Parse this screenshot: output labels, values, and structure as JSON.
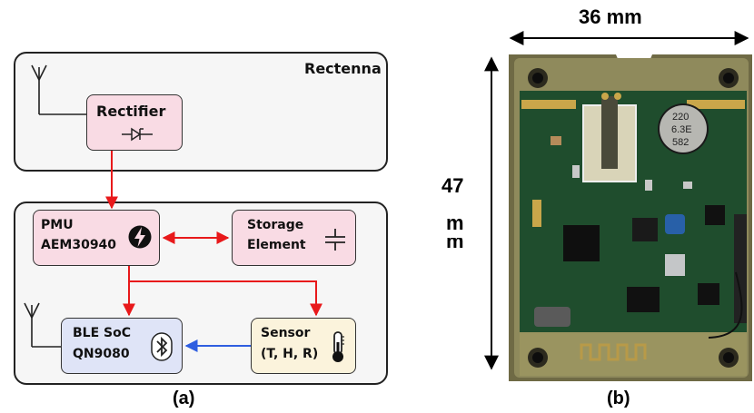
{
  "diagram": {
    "rectenna": {
      "title": "Rectenna",
      "rectifier_label": "Rectifier"
    },
    "pmu": {
      "line1": "PMU",
      "line2": "AEM30940"
    },
    "storage": {
      "line1": "Storage",
      "line2": "Element"
    },
    "ble": {
      "line1": "BLE SoC",
      "line2": "QN9080"
    },
    "sensor": {
      "line1": "Sensor",
      "line2": "(T, H, R)"
    },
    "caption_a": "(a)"
  },
  "photo": {
    "width_label": "36 mm",
    "height_label_line1": "47",
    "height_label_line2": "m",
    "height_label_line3": "m",
    "capacitor_text": [
      "220",
      "6.3E",
      "582"
    ],
    "caption_b": "(b)"
  },
  "colors": {
    "arrow_red": "#e8191b",
    "arrow_blue": "#2f5ee0",
    "panel_fill": "#f6f6f6",
    "pink_block": "#f9dbe4",
    "blue_block": "#dfe4f7",
    "cream_block": "#fbf3dc",
    "pcb_green": "#1f4d2d"
  },
  "icons": [
    "antenna-icon",
    "diode-icon",
    "power-icon",
    "capacitor-icon",
    "bluetooth-icon",
    "thermometer-icon"
  ]
}
